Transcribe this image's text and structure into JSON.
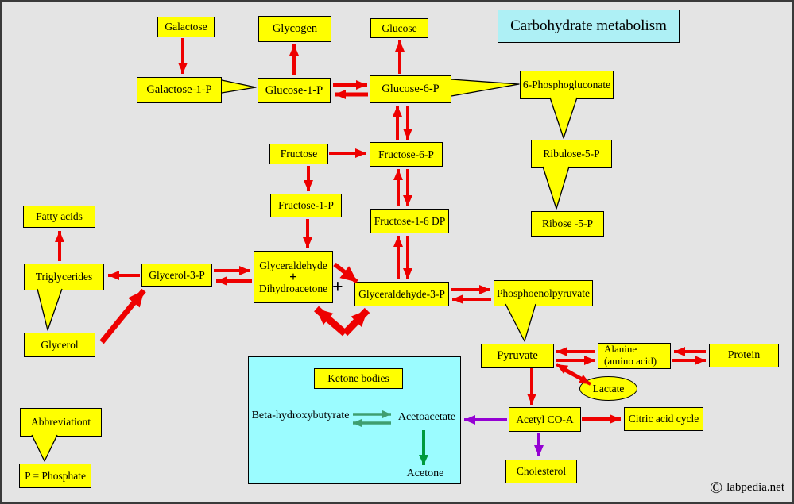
{
  "title": "Carbohydrate metabolism",
  "footer": {
    "copyright": "©",
    "site": "labpedia.net"
  },
  "colors": {
    "bg": "#e4e4e4",
    "node_fill": "#ffff00",
    "node_border": "#000000",
    "arrow_red": "#ee0000",
    "arrow_purple": "#9400d3",
    "arrow_green": "#009a3c",
    "arrow_teal": "#3f9e70",
    "title_cyan": "#aef0f5",
    "panel_cyan": "#9bfcff",
    "text": "#000000",
    "border_frame": "#3a3a3a"
  },
  "nodes": {
    "galactose": "Galactose",
    "glycogen": "Glycogen",
    "glucose": "Glucose",
    "galactose_1p": "Galactose-1-P",
    "glucose_1p": "Glucose-1-P",
    "glucose_6p": "Glucose-6-P",
    "phosphogluconate_6": "6-Phosphogluconate",
    "fructose": "Fructose",
    "fructose_6p": "Fructose-6-P",
    "ribulose_5p": "Ribulose-5-P",
    "fructose_1p": "Fructose-1-P",
    "fructose_16dp": "Fructose-1-6 DP",
    "ribose_5p": "Ribose -5-P",
    "fatty_acids": "Fatty acids",
    "triglycerides": "Triglycerides",
    "glycerol_3p": "Glycerol-3-P",
    "glyceraldehyde_line1": "Glyceraldehyde",
    "glyceraldehyde_plus": "+",
    "glyceraldehyde_line2": "Dihydroacetone",
    "plus_between": "+",
    "glyceraldehyde_3p": "Glyceraldehyde-3-P",
    "phosphoenolpyruvate": "Phosphoenolpyruvate",
    "glycerol": "Glycerol",
    "pyruvate": "Pyruvate",
    "alanine_line1": "Alanine",
    "alanine_line2": "(amino acid)",
    "protein": "Protein",
    "lactate": "Lactate",
    "ketone_bodies": "Ketone bodies",
    "beta_hydroxybutyrate": "Beta-hydroxybutyrate",
    "acetoacetate": "Acetoacetate",
    "acetone": "Acetone",
    "acetyl_coa": "Acetyl CO-A",
    "citric_acid_cycle": "Citric acid cycle",
    "cholesterol": "Cholesterol",
    "abbreviation": "Abbreviationt",
    "p_phosphate": "P = Phosphate"
  }
}
